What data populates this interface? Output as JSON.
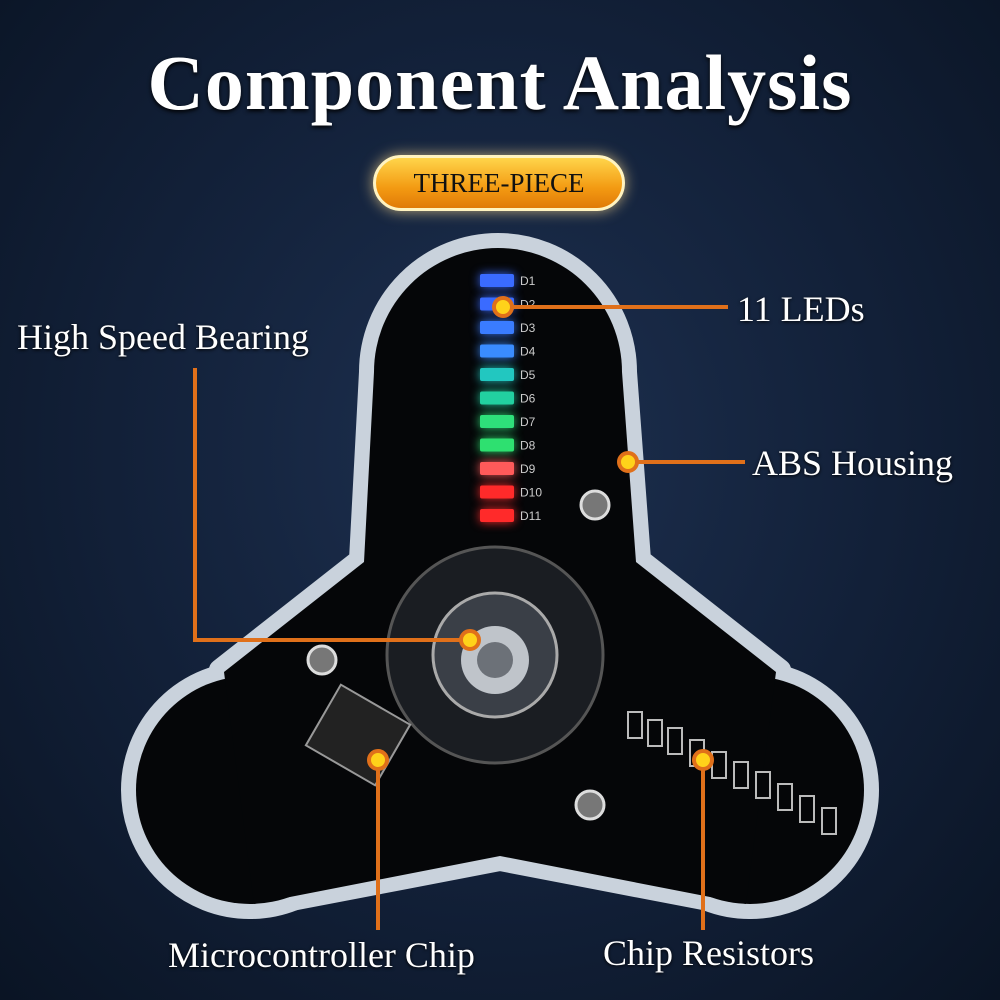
{
  "title": "Component Analysis",
  "badge": "THREE-PIECE",
  "callouts": {
    "leds": "11 LEDs",
    "bearing": "High Speed Bearing",
    "housing": "ABS Housing",
    "chip": "Microcontroller Chip",
    "resistors": "Chip Resistors"
  },
  "led_labels": [
    "D1",
    "D2",
    "D3",
    "D4",
    "D5",
    "D6",
    "D7",
    "D8",
    "D9",
    "D10",
    "D11"
  ],
  "led_colors": [
    "#3a6bff",
    "#3a6bff",
    "#3a7cff",
    "#3a8cff",
    "#22c7c0",
    "#22d0a0",
    "#2ee07a",
    "#2ee070",
    "#ff5a5a",
    "#ff2a2a",
    "#ff2a2a"
  ],
  "colors": {
    "callout_line": "#e0701a",
    "callout_dot": "#ffd21a",
    "badge": "#f7a81a"
  }
}
